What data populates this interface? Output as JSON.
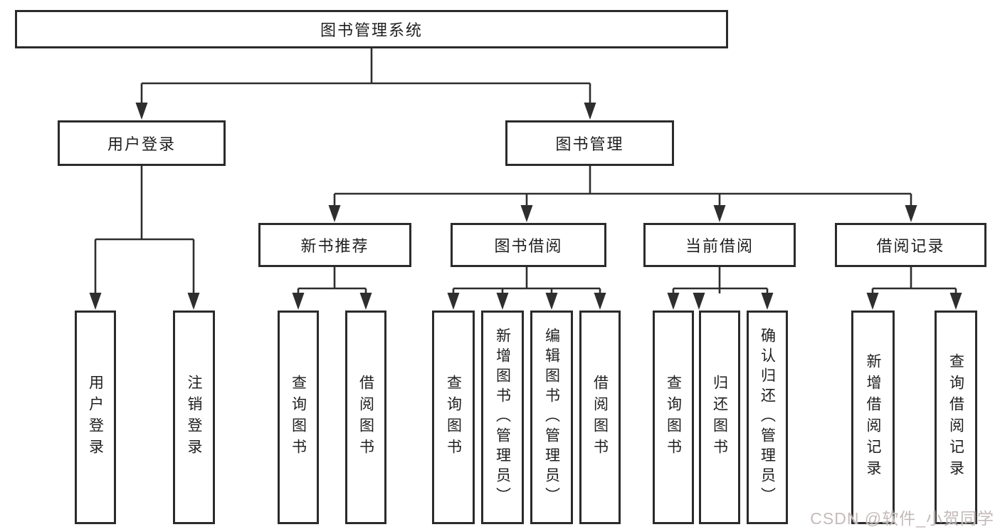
{
  "title": "图书管理系统",
  "watermark": {
    "text": "CSDN @软件_小贺同学"
  },
  "colors": {
    "background": "#ffffff",
    "box_border": "#2b2b2b",
    "line": "#2e2e2e",
    "text": "#1f1f1f",
    "watermark": "#c4baba"
  },
  "tree": {
    "label": "图书管理系统",
    "children": [
      {
        "label": "用户登录",
        "children": [
          {
            "label": "用户登录"
          },
          {
            "label": "注销登录"
          }
        ]
      },
      {
        "label": "图书管理",
        "children": [
          {
            "label": "新书推荐",
            "children": [
              {
                "label": "查询图书"
              },
              {
                "label": "借阅图书"
              }
            ]
          },
          {
            "label": "图书借阅",
            "children": [
              {
                "label": "查询图书"
              },
              {
                "label": "新增图书（管理员）"
              },
              {
                "label": "编辑图书（管理员）"
              },
              {
                "label": "借阅图书"
              }
            ]
          },
          {
            "label": "当前借阅",
            "children": [
              {
                "label": "查询图书"
              },
              {
                "label": "归还图书"
              },
              {
                "label": "确认归还（管理员）"
              }
            ]
          },
          {
            "label": "借阅记录",
            "children": [
              {
                "label": "新增借阅记录"
              },
              {
                "label": "查询借阅记录"
              }
            ]
          }
        ]
      }
    ]
  }
}
